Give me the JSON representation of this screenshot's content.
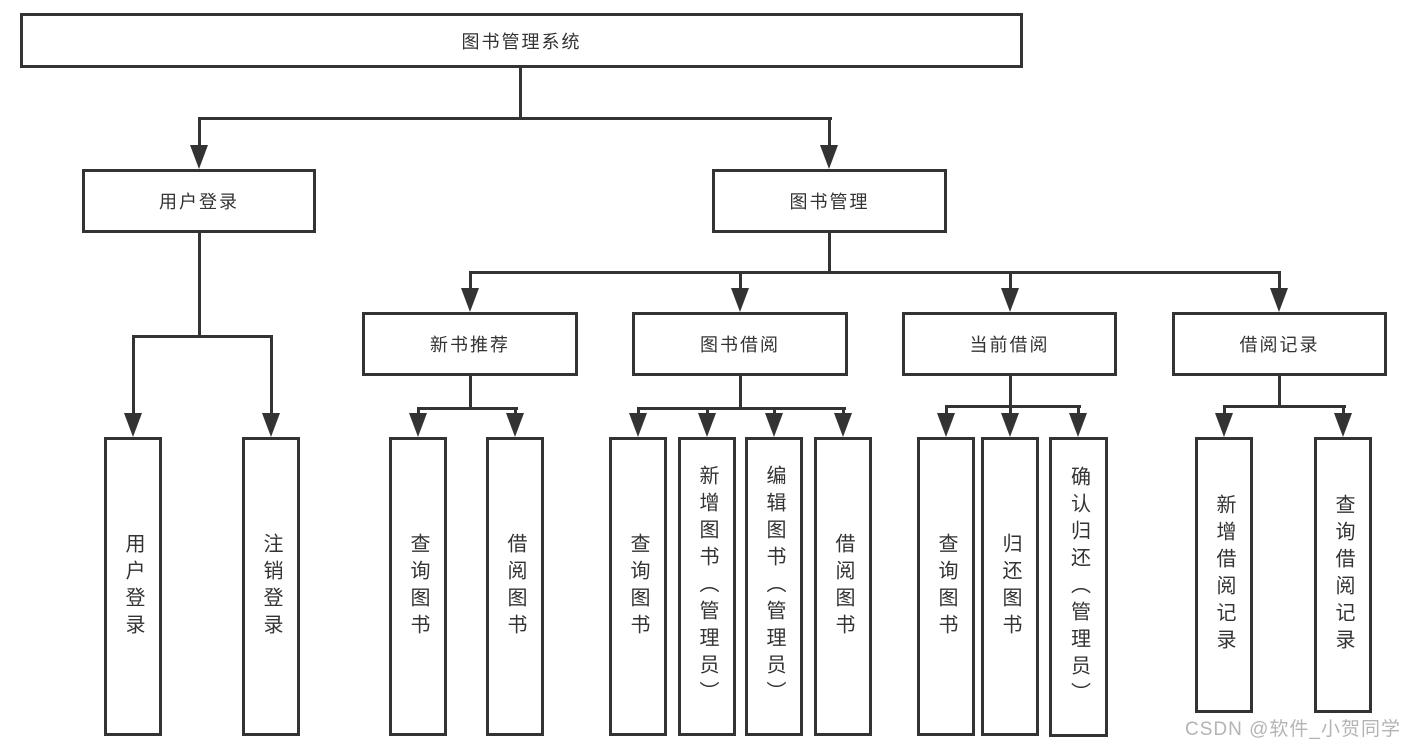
{
  "tree": {
    "root": "图书管理系统",
    "user_login": "用户登录",
    "book_mgmt": "图书管理",
    "new_book": "新书推荐",
    "book_borrow": "图书借阅",
    "current_borrow": "当前借阅",
    "borrow_record": "借阅记录",
    "leaves": [
      "用户登录",
      "注销登录",
      "查询图书",
      "借阅图书",
      "查询图书",
      "新增图书（管理员）",
      "编辑图书（管理员）",
      "借阅图书",
      "查询图书",
      "归还图书",
      "确认归还（管理员）",
      "新增借阅记录",
      "查询借阅记录"
    ]
  },
  "watermark": "CSDN @软件_小贺同学",
  "colors": {
    "line": "#333333",
    "box_border": "#333333",
    "box_bg": "#ffffff",
    "text": "#333333",
    "watermark": "#b4b4b4"
  }
}
